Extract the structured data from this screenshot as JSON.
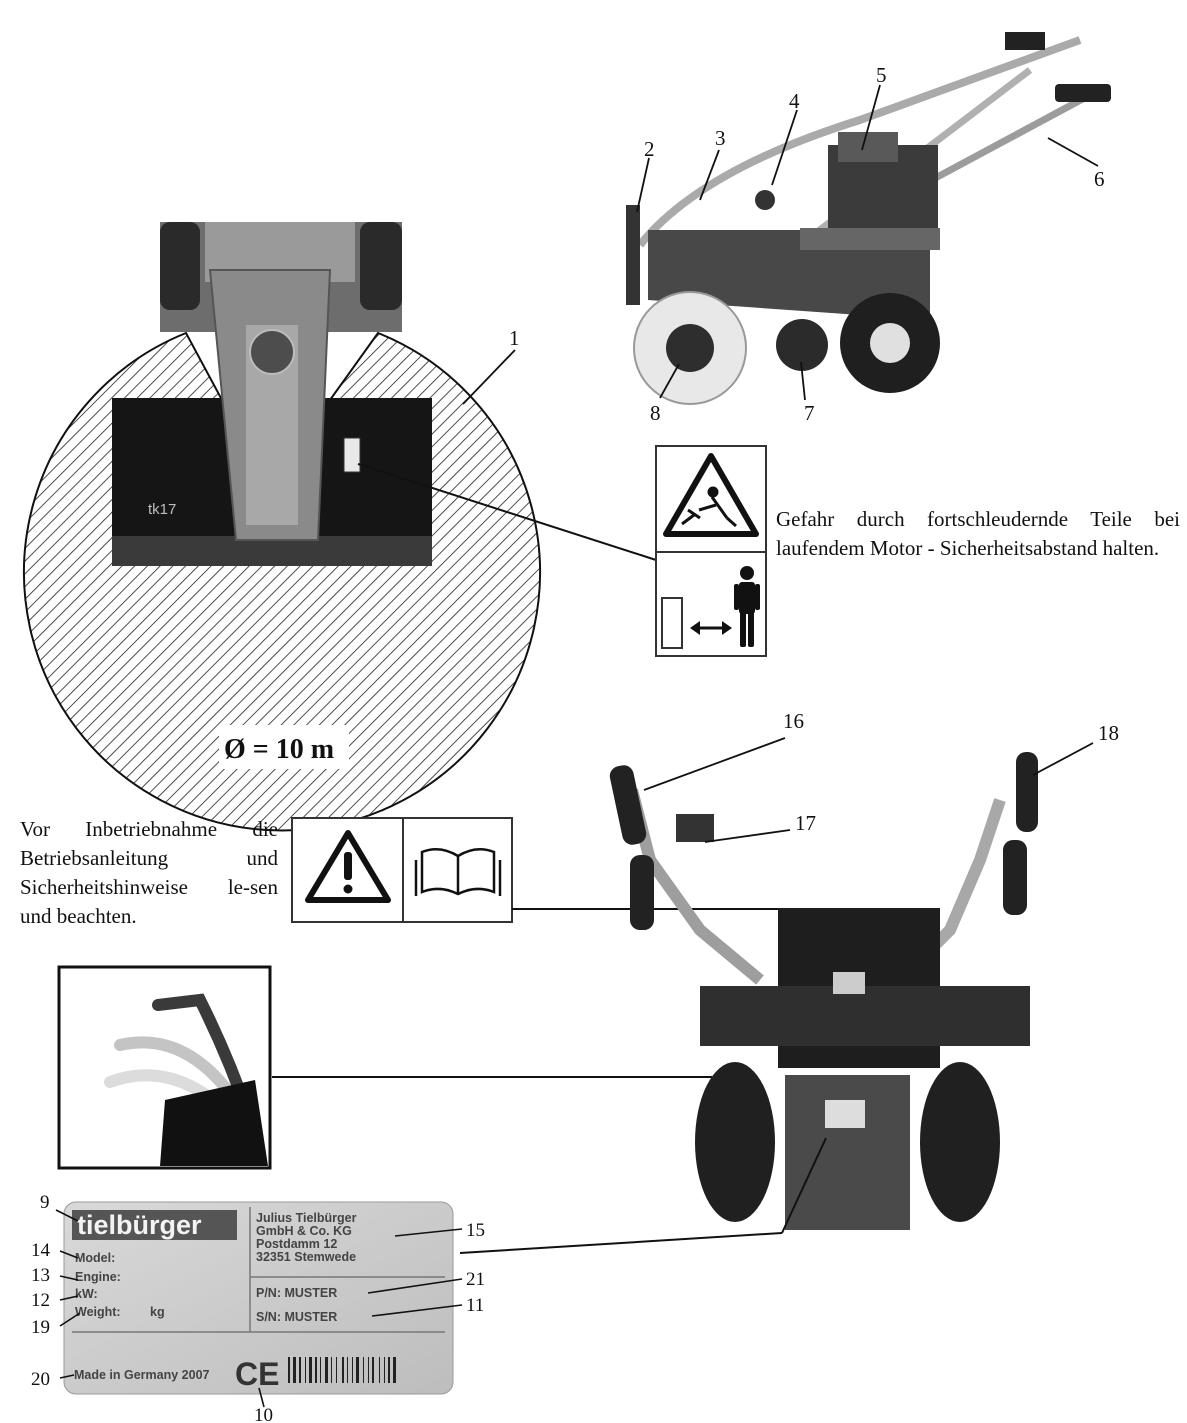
{
  "callouts": {
    "c1": "1",
    "c2": "2",
    "c3": "3",
    "c4": "4",
    "c5": "5",
    "c6": "6",
    "c7": "7",
    "c8": "8",
    "c9": "9",
    "c10": "10",
    "c11": "11",
    "c12": "12",
    "c13": "13",
    "c14": "14",
    "c15": "15",
    "c16": "16",
    "c17": "17",
    "c18": "18",
    "c19": "19",
    "c20": "20",
    "c21": "21"
  },
  "danger_zone": {
    "diameter_label": "Ø = 10 m"
  },
  "warnings": {
    "thrown_parts": "Gefahr durch fortschleudernde Teile bei laufendem Motor - Sicherheitsabstand halten.",
    "read_manual": "Vor Inbetriebnahme die Betriebsanleitung und Sicherheitshinweise le-sen und beachten."
  },
  "brush_label": "tk17",
  "plate": {
    "logo": "tielbürger",
    "company_lines": [
      "Julius Tielbürger",
      "GmbH & Co. KG",
      "Postdamm 12",
      "32351 Stemwede"
    ],
    "model_label": "Model:",
    "engine_label": "Engine:",
    "kw_label": "kW:",
    "weight_label": "Weight:",
    "weight_unit": "kg",
    "pn": "P/N:  MUSTER",
    "sn": "S/N:  MUSTER",
    "made_in": "Made in Germany 2007",
    "ce_mark": "CE"
  }
}
